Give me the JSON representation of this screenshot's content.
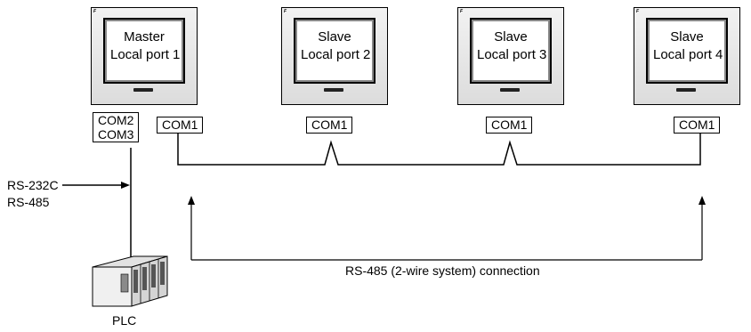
{
  "stations": [
    {
      "role": "Master",
      "port": "Local port 1"
    },
    {
      "role": "Slave",
      "port": "Local port 2"
    },
    {
      "role": "Slave",
      "port": "Local port 3"
    },
    {
      "role": "Slave",
      "port": "Local port 4"
    }
  ],
  "master_ports": {
    "line1": "COM2",
    "line2": "COM3"
  },
  "slave_port": "COM1",
  "link_labels": {
    "serial_top": "RS-232C",
    "serial_bottom": "RS-485"
  },
  "plc_label": "PLC",
  "network_label": "RS-485 (2-wire system) connection"
}
